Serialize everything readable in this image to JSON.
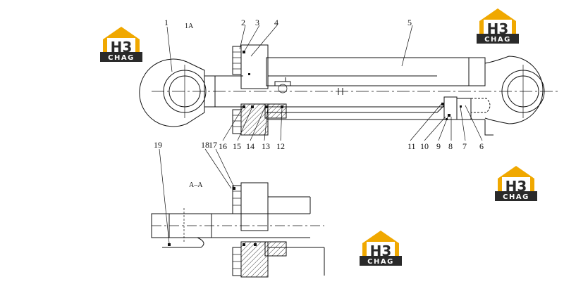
{
  "drawing": {
    "section_label": "1A",
    "section_view_label": "A–A"
  },
  "callouts": [
    "1",
    "2",
    "3",
    "4",
    "5",
    "6",
    "7",
    "8",
    "9",
    "10",
    "11",
    "12",
    "13",
    "14",
    "15",
    "16",
    "17",
    "18",
    "19"
  ],
  "watermark": {
    "letters_top": "H3",
    "letters_bottom": "CHAG",
    "colors": {
      "gold": "#f0a800",
      "dark": "#2a2a2a",
      "white": "#ffffff"
    }
  }
}
